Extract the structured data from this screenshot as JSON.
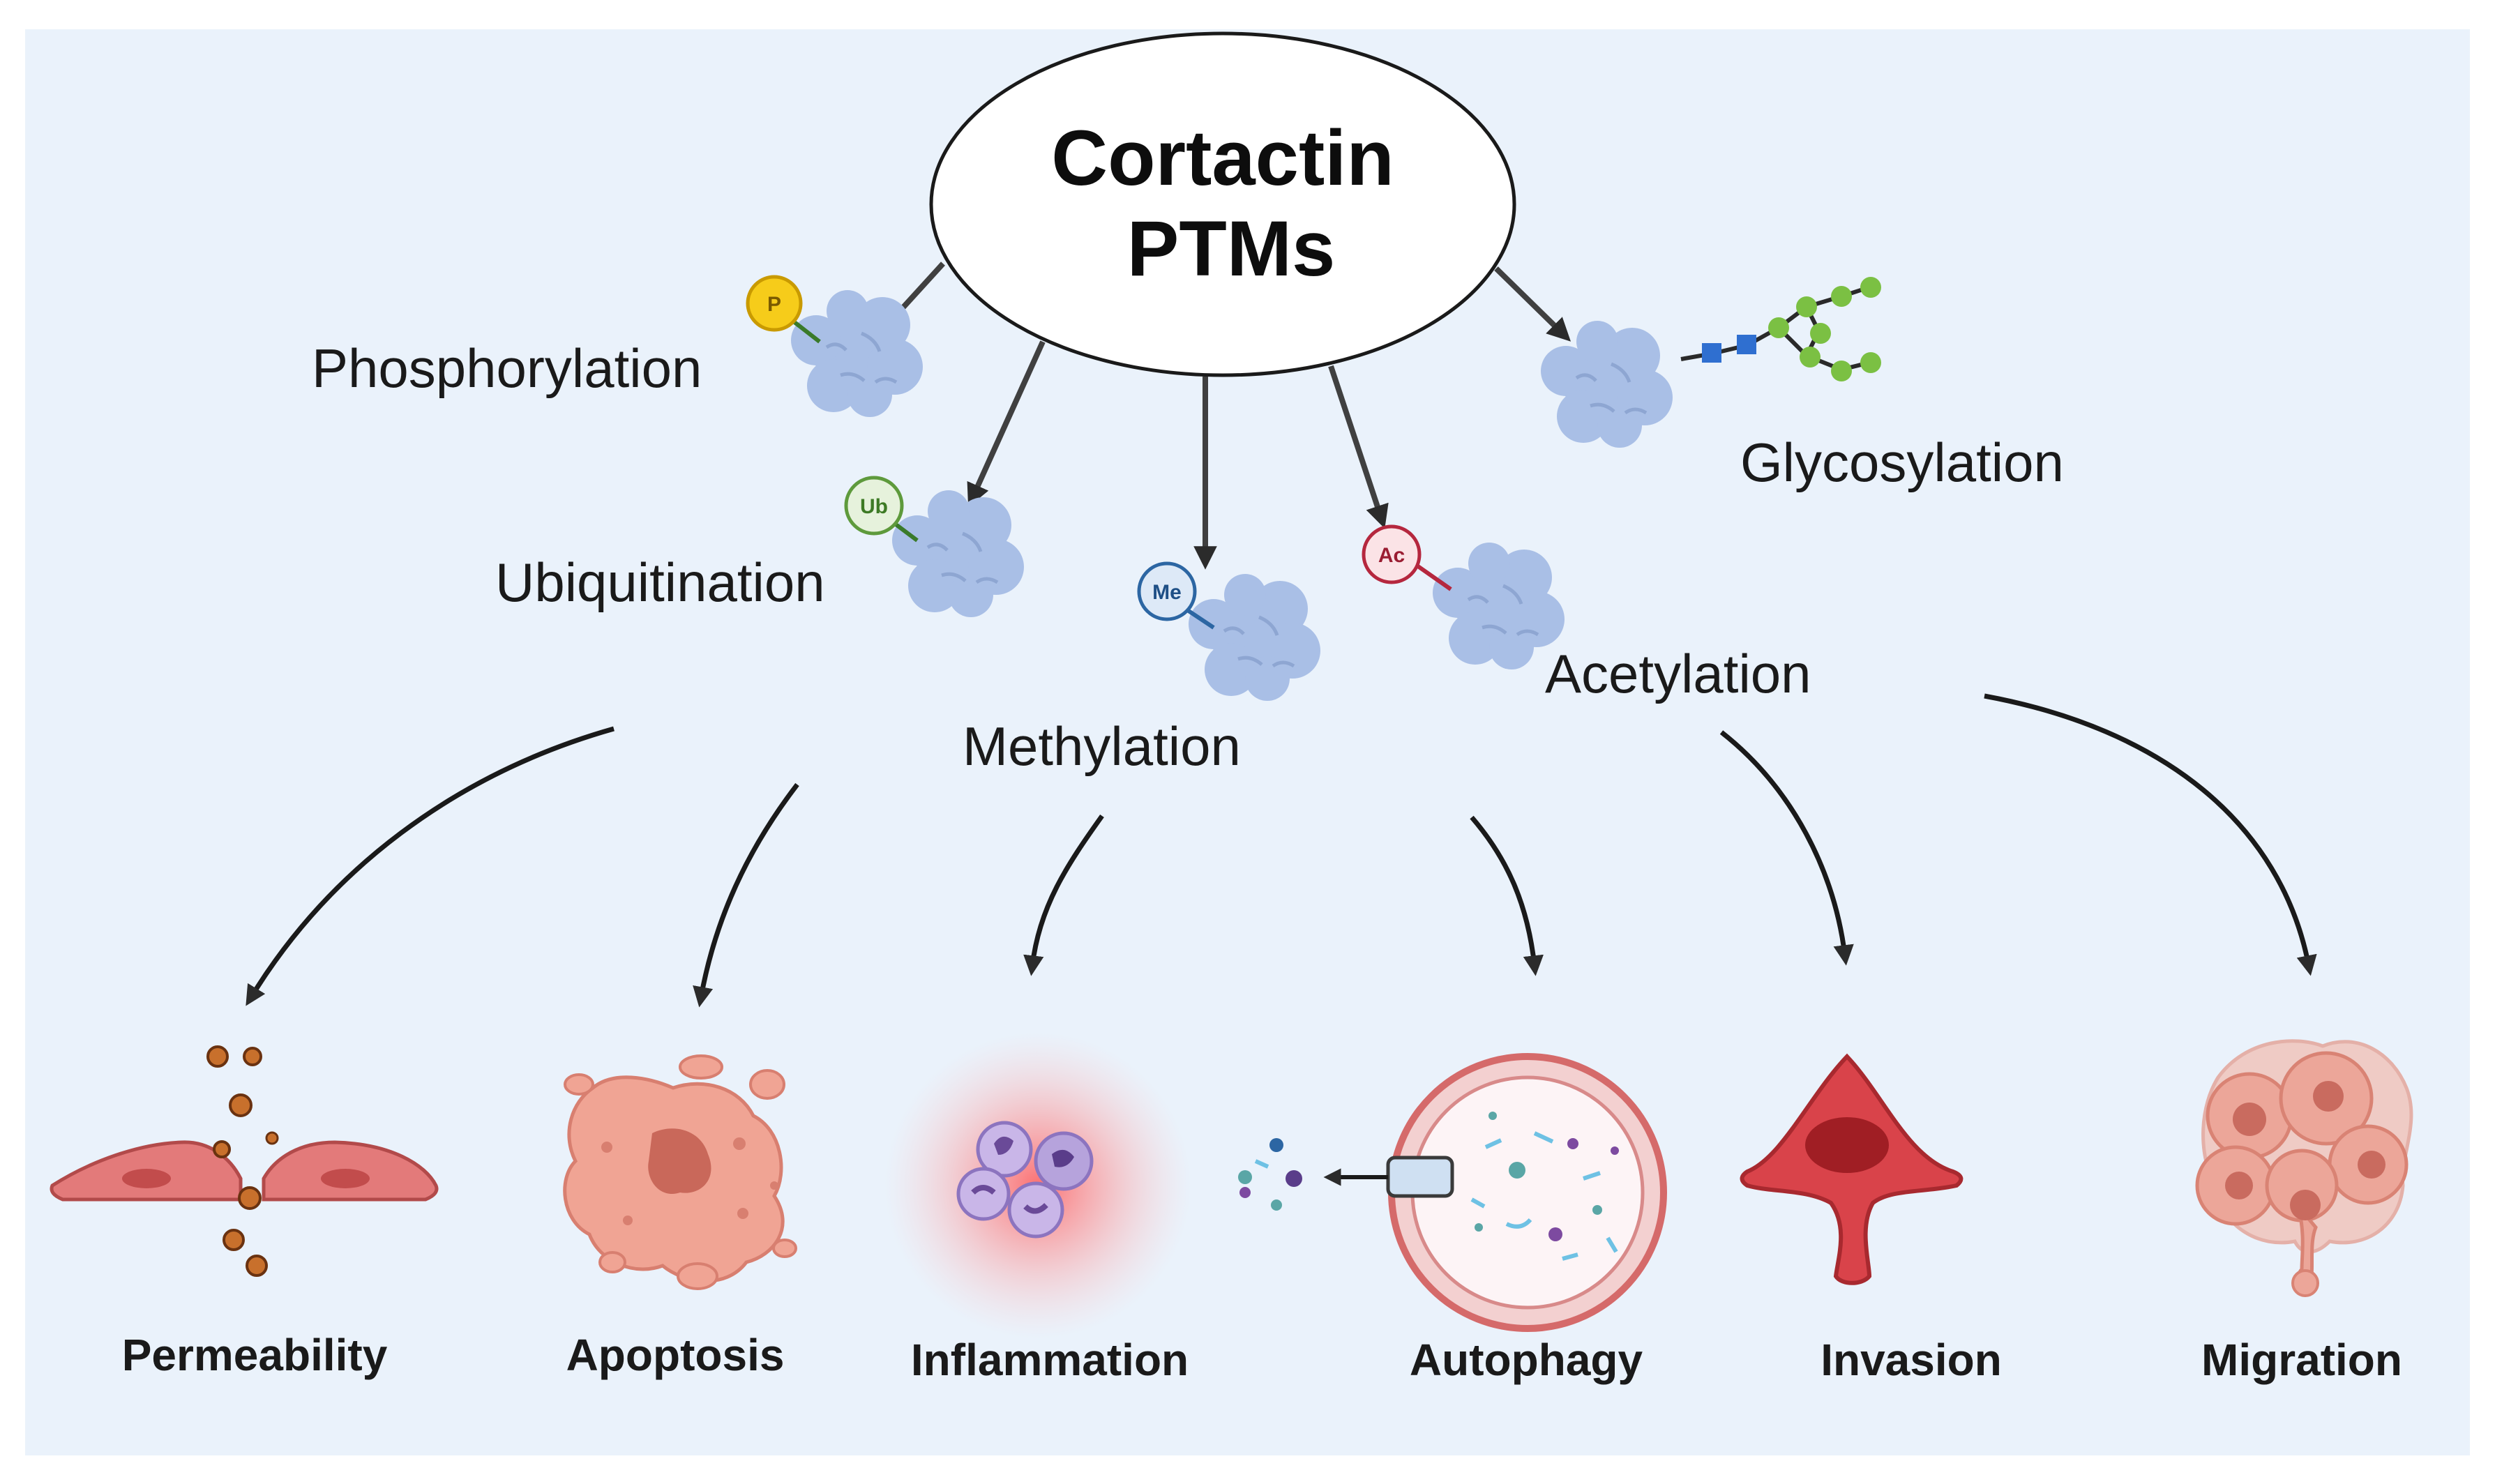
{
  "center": {
    "line1": "Cortactin",
    "line2": "PTMs"
  },
  "ptms": {
    "phosphorylation": {
      "label": "Phosphorylation",
      "badge": "P"
    },
    "ubiquitination": {
      "label": "Ubiquitination",
      "badge": "Ub"
    },
    "methylation": {
      "label": "Methylation",
      "badge": "Me"
    },
    "acetylation": {
      "label": "Acetylation",
      "badge": "Ac"
    },
    "glycosylation": {
      "label": "Glycosylation"
    }
  },
  "outcomes": {
    "permeability": "Permeability",
    "apoptosis": "Apoptosis",
    "inflammation": "Inflammation",
    "autophagy": "Autophagy",
    "invasion": "Invasion",
    "migration": "Migration"
  },
  "colors": {
    "background": "#eaf2fb",
    "protein": "#a9bfe6",
    "arrow": "#2b2b2b",
    "phospho_badge": "#f6cc1a",
    "ub_badge": "#5e9a3c",
    "me_badge": "#2c66a3",
    "ac_badge": "#b5273e",
    "cell_red": "#d9434a",
    "apoptosis_pink": "#f0a494",
    "glycan_green": "#7bc043",
    "glycan_blue": "#2f6fd0"
  }
}
